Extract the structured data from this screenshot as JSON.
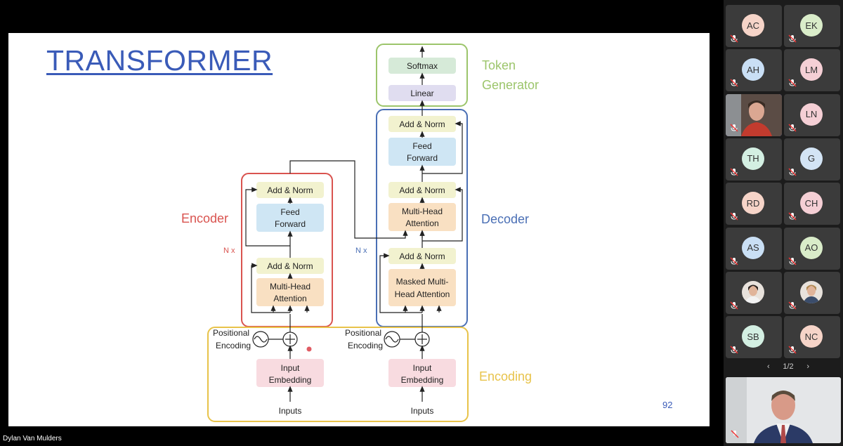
{
  "slide": {
    "title": "TRANSFORMER",
    "page_number": "92",
    "labels": {
      "encoder": "Encoder",
      "decoder": "Decoder",
      "token_generator_line1": "Token",
      "token_generator_line2": "Generator",
      "encoding": "Encoding",
      "nx_left": "N x",
      "nx_right": "N x",
      "pos_enc_left_1": "Positional",
      "pos_enc_left_2": "Encoding",
      "pos_enc_right_1": "Positional",
      "pos_enc_right_2": "Encoding",
      "inputs_left": "Inputs",
      "inputs_right": "Inputs"
    },
    "blocks": {
      "softmax": "Softmax",
      "linear": "Linear",
      "dec_addnorm_top": "Add & Norm",
      "dec_ff_1": "Feed",
      "dec_ff_2": "Forward",
      "dec_addnorm_mid": "Add & Norm",
      "dec_mha_1": "Multi-Head",
      "dec_mha_2": "Attention",
      "dec_addnorm_low": "Add & Norm",
      "dec_mmha_1": "Masked Multi-",
      "dec_mmha_2": "Head Attention",
      "enc_addnorm_top": "Add & Norm",
      "enc_ff_1": "Feed",
      "enc_ff_2": "Forward",
      "enc_addnorm_low": "Add & Norm",
      "enc_mha_1": "Multi-Head",
      "enc_mha_2": "Attention",
      "emb_left_1": "Input",
      "emb_left_2": "Embedding",
      "emb_right_1": "Input",
      "emb_right_2": "Embedding"
    },
    "colors": {
      "encoder": "#d9534f",
      "decoder": "#4a6fb5",
      "token_generator": "#9cc56b",
      "encoding": "#e8c34a",
      "add_norm": "#f2f2cf",
      "feed_forward": "#cfe6f4",
      "attention": "#f9e0c2",
      "embedding": "#f8dbe0",
      "softmax": "#d6ead8",
      "linear": "#e0ddf0"
    }
  },
  "speaker_name": "Dylan Van Mulders",
  "participants": [
    {
      "initials": "AC",
      "color": "#f6d4c8"
    },
    {
      "initials": "EK",
      "color": "#d9ecc9"
    },
    {
      "initials": "AH",
      "color": "#c9dff5"
    },
    {
      "initials": "LM",
      "color": "#f5cfd5"
    },
    {
      "initials": "",
      "video": true
    },
    {
      "initials": "LN",
      "color": "#f5cfd5"
    },
    {
      "initials": "TH",
      "color": "#d3efe2"
    },
    {
      "initials": "G",
      "color": "#d3e4f5"
    },
    {
      "initials": "RD",
      "color": "#f6d4c8"
    },
    {
      "initials": "CH",
      "color": "#f5cfd5"
    },
    {
      "initials": "AS",
      "color": "#c9dff5"
    },
    {
      "initials": "AO",
      "color": "#d9ecc9"
    },
    {
      "initials": "",
      "photo": "woman"
    },
    {
      "initials": "",
      "photo": "man"
    },
    {
      "initials": "SB",
      "color": "#d3efe2"
    },
    {
      "initials": "NC",
      "color": "#f6d4c8"
    }
  ],
  "pager": {
    "label": "1/2",
    "prev_icon": "chevron-left-icon",
    "next_icon": "chevron-right-icon"
  }
}
